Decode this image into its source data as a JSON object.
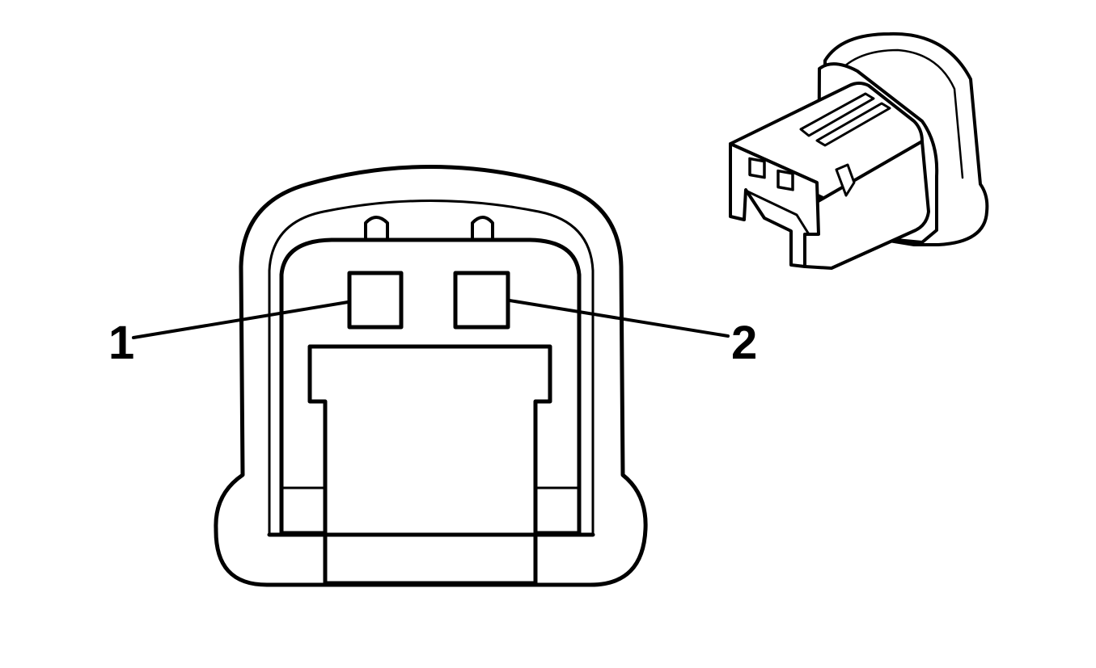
{
  "diagram": {
    "callouts": [
      {
        "id": "pin-1",
        "label": "1"
      },
      {
        "id": "pin-2",
        "label": "2"
      }
    ],
    "colors": {
      "line": "#000000",
      "background": "#ffffff"
    }
  }
}
